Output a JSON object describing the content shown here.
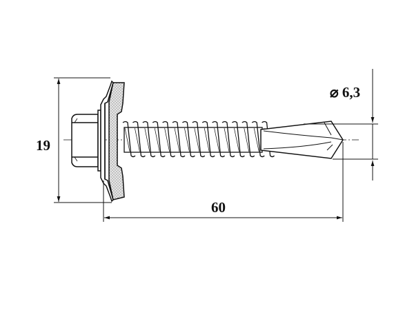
{
  "dimensions": {
    "head_diameter": "19",
    "length": "60",
    "thread_diameter": "⌀ 6,3"
  },
  "colors": {
    "line": "#111111",
    "washer_fill": "#d9d9d9",
    "background": "#ffffff"
  }
}
